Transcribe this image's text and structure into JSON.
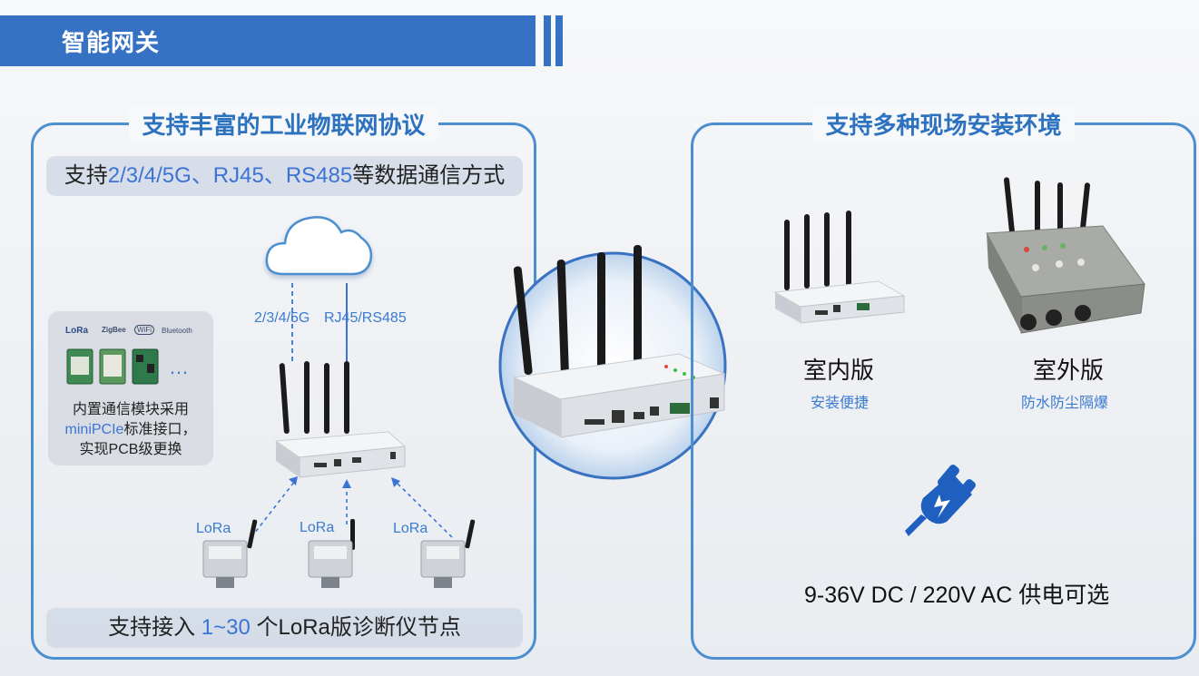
{
  "header": {
    "title": "智能网关"
  },
  "left_panel": {
    "heading": "支持丰富的工业物联网协议",
    "top_strip": {
      "prefix": "支持",
      "highlight": "2/3/4/5G、RJ45、RS485",
      "suffix": "等数据通信方式"
    },
    "diagram": {
      "link_cellular": "2/3/4/5G",
      "link_wired": "RJ45/RS485",
      "node_label": "LoRa"
    },
    "module_card": {
      "logos": [
        "LoRa",
        "ZigBee",
        "WiFi",
        "Bluetooth"
      ],
      "ellipsis": "…",
      "line1": "内置通信模块采用",
      "line2_highlight": "miniPCIe",
      "line2_rest": "标准接口，",
      "line3": "实现PCB级更换"
    },
    "bottom_strip": {
      "prefix": "支持接入 ",
      "highlight": "1~30",
      "suffix": " 个LoRa版诊断仪节点"
    }
  },
  "right_panel": {
    "heading": "支持多种现场安装环境",
    "indoor": {
      "title": "室内版",
      "subtitle": "安装便捷"
    },
    "outdoor": {
      "title": "室外版",
      "subtitle": "防水防尘隔爆"
    },
    "power": "9-36V DC / 220V AC 供电可选"
  },
  "colors": {
    "brand_blue": "#3572c4",
    "accent_blue": "#3b74d4",
    "panel_border": "#4b8fd1"
  }
}
